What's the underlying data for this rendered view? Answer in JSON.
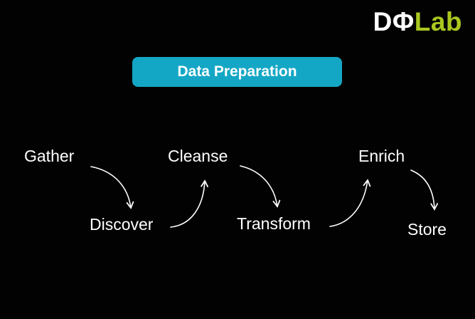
{
  "background_color": "#000000",
  "logo": {
    "text_dq": "DΦ",
    "text_lab": "Lab",
    "dq_color": "#ffffff",
    "lab_color": "#a9c71f"
  },
  "title_badge": {
    "label": "Data Preparation",
    "background": "#14a7c5",
    "text_color": "#ffffff"
  },
  "flow": {
    "text_color": "#ffffff",
    "steps": [
      {
        "label": "Gather",
        "row": "top"
      },
      {
        "label": "Discover",
        "row": "bottom"
      },
      {
        "label": "Cleanse",
        "row": "top"
      },
      {
        "label": "Transform",
        "row": "bottom"
      },
      {
        "label": "Enrich",
        "row": "top"
      },
      {
        "label": "Store",
        "row": "bottom"
      }
    ],
    "arrows": [
      {
        "from": "Gather",
        "to": "Discover"
      },
      {
        "from": "Discover",
        "to": "Cleanse"
      },
      {
        "from": "Cleanse",
        "to": "Transform"
      },
      {
        "from": "Transform",
        "to": "Enrich"
      },
      {
        "from": "Enrich",
        "to": "Store"
      }
    ]
  }
}
